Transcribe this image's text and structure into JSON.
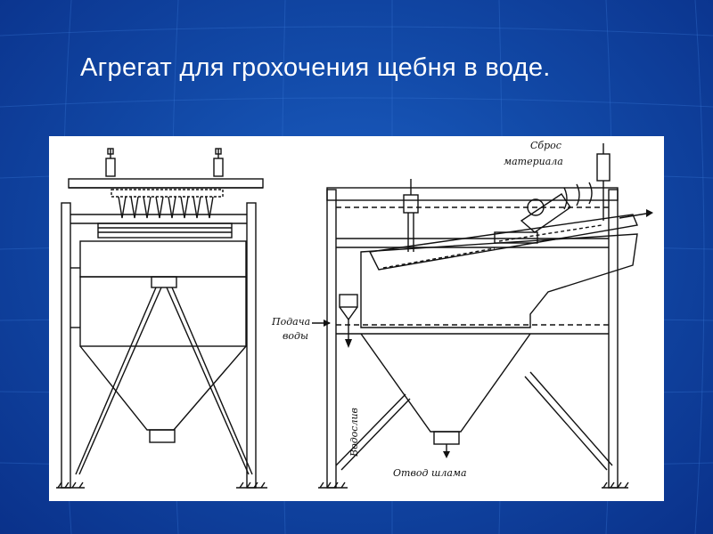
{
  "slide": {
    "title": "Агрегат для грохочения щебня в воде."
  },
  "diagram": {
    "labels": {
      "discharge_line1": "Сброс",
      "discharge_line2": "материала",
      "water_in_line1": "Подача",
      "water_in_line2": "воды",
      "overflow": "Водослив",
      "sludge": "Отвод шлама"
    }
  },
  "colors": {
    "background": "#124aa8",
    "title_text": "#ffffff",
    "panel": "#ffffff",
    "ink": "#111111"
  }
}
